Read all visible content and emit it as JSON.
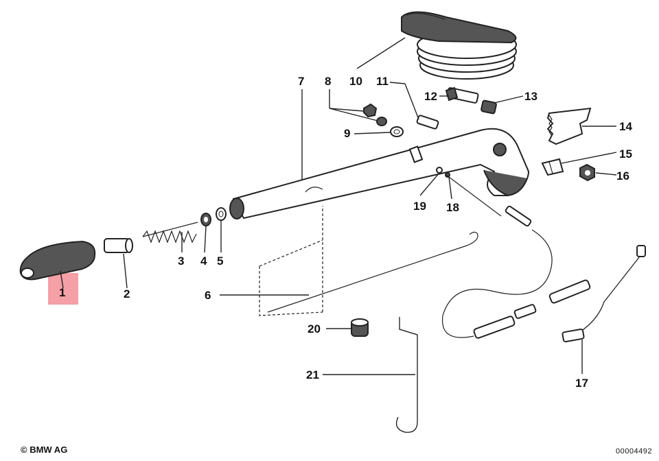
{
  "diagram": {
    "highlight_color": "#f4a0a6",
    "callouts": {
      "c1": "1",
      "c2": "2",
      "c3": "3",
      "c4": "4",
      "c5": "5",
      "c6": "6",
      "c7": "7",
      "c8": "8",
      "c9": "9",
      "c10": "10",
      "c11": "11",
      "c12": "12",
      "c13": "13",
      "c14": "14",
      "c15": "15",
      "c16": "16",
      "c17": "17",
      "c18": "18",
      "c19": "19",
      "c20": "20",
      "c21": "21"
    },
    "selected_part": "1"
  },
  "footer": {
    "copyright": "© BMW AG",
    "drawing_number": "00004492"
  }
}
